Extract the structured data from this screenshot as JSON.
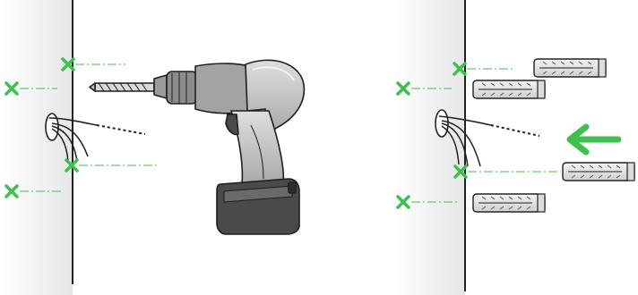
{
  "illustration": {
    "panels": [
      {
        "id": "drilling",
        "tool": "drill-icon",
        "marked_points": 4
      },
      {
        "id": "wall-plugs",
        "tool": "wall-plug-icon",
        "plug_count": 4,
        "direction": "arrow-left-icon"
      }
    ],
    "colors": {
      "marker": "#3cc24a",
      "wall": "#ececec",
      "wall_line": "#222222",
      "drill_body": "#c7c7c7",
      "drill_dark": "#4a4a4a",
      "plug": "#e6e6e6"
    }
  }
}
